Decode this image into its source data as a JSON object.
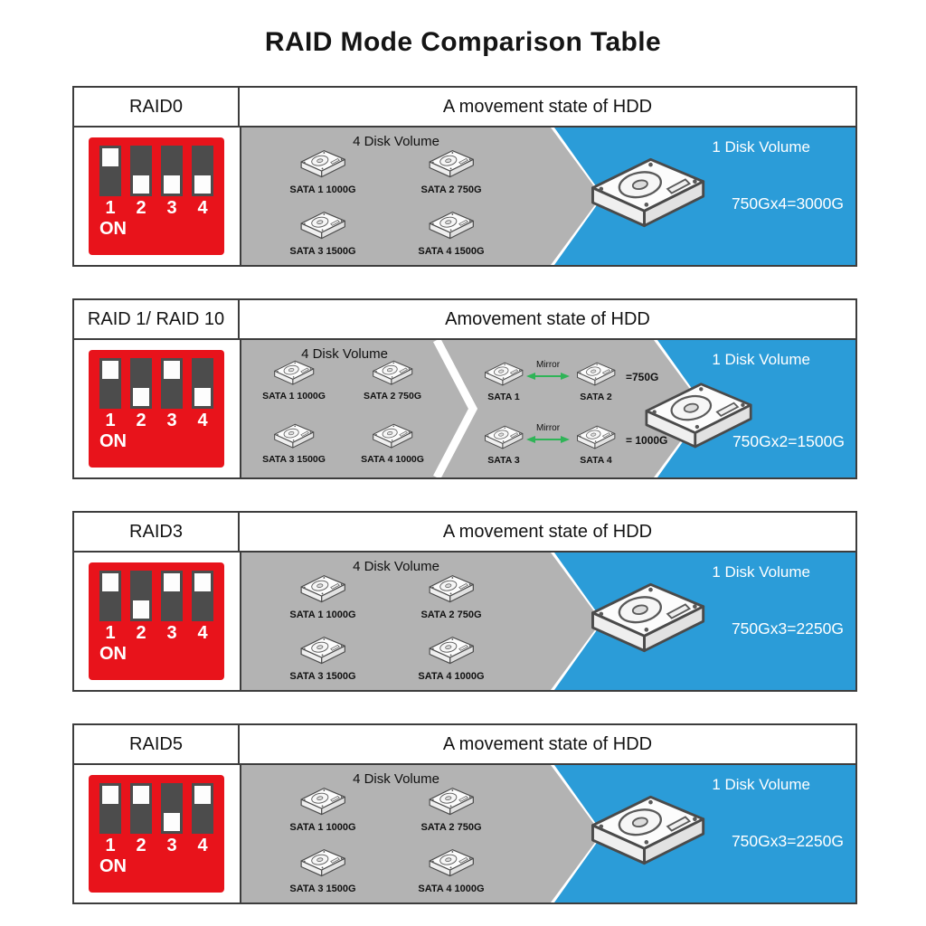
{
  "title": "RAID Mode Comparison Table",
  "colors": {
    "red": "#e8131b",
    "gray": "#b3b3b3",
    "blue": "#2b9cd8",
    "green": "#2fb457"
  },
  "sections": [
    {
      "name": "RAID0",
      "subtitle": "A movement state of HDD",
      "dip": {
        "switches": [
          "up",
          "down",
          "down",
          "down"
        ],
        "numbers": [
          "1",
          "2",
          "3",
          "4"
        ],
        "on_label": "ON"
      },
      "multi_title": "4 Disk Volume",
      "disks": [
        "SATA 1 1000G",
        "SATA 2 750G",
        "SATA 3 1500G",
        "SATA 4 1500G"
      ],
      "single_title": "1 Disk Volume",
      "capacity": "750Gx4=3000G"
    },
    {
      "name": "RAID 1/ RAID 10",
      "subtitle": "Amovement state of HDD",
      "dip": {
        "switches": [
          "up",
          "down",
          "up",
          "down"
        ],
        "numbers": [
          "1",
          "2",
          "3",
          "4"
        ],
        "on_label": "ON"
      },
      "multi_title": "4 Disk Volume",
      "disks": [
        "SATA 1 1000G",
        "SATA 2 750G",
        "SATA 3 1500G",
        "SATA 4 1000G"
      ],
      "mirror_pairs": [
        {
          "left": "SATA 1",
          "right": "SATA 2",
          "arrow_label": "Mirror",
          "result": "=750G"
        },
        {
          "left": "SATA 3",
          "right": "SATA 4",
          "arrow_label": "Mirror",
          "result": "= 1000G"
        }
      ],
      "single_title": "1 Disk Volume",
      "capacity": "750Gx2=1500G"
    },
    {
      "name": "RAID3",
      "subtitle": "A movement state of HDD",
      "dip": {
        "switches": [
          "up",
          "down",
          "up",
          "up"
        ],
        "numbers": [
          "1",
          "2",
          "3",
          "4"
        ],
        "on_label": "ON"
      },
      "multi_title": "4 Disk Volume",
      "disks": [
        "SATA 1 1000G",
        "SATA 2 750G",
        "SATA 3 1500G",
        "SATA 4 1000G"
      ],
      "single_title": "1 Disk Volume",
      "capacity": "750Gx3=2250G"
    },
    {
      "name": "RAID5",
      "subtitle": "A movement state of HDD",
      "dip": {
        "switches": [
          "up",
          "up",
          "down",
          "up"
        ],
        "numbers": [
          "1",
          "2",
          "3",
          "4"
        ],
        "on_label": "ON"
      },
      "multi_title": "4 Disk Volume",
      "disks": [
        "SATA 1 1000G",
        "SATA 2 750G",
        "SATA 3 1500G",
        "SATA 4 1000G"
      ],
      "single_title": "1 Disk Volume",
      "capacity": "750Gx3=2250G"
    }
  ]
}
